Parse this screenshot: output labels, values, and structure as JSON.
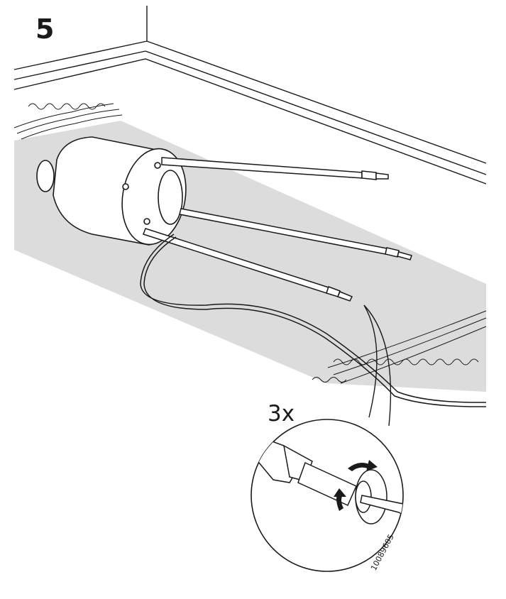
{
  "step": {
    "number": "5"
  },
  "detail": {
    "multiplier": "3x"
  },
  "drawing_code": "10089605",
  "colors": {
    "line": "#1a1a1a",
    "floor_mat": "#dcdcdc",
    "background": "#ffffff"
  }
}
